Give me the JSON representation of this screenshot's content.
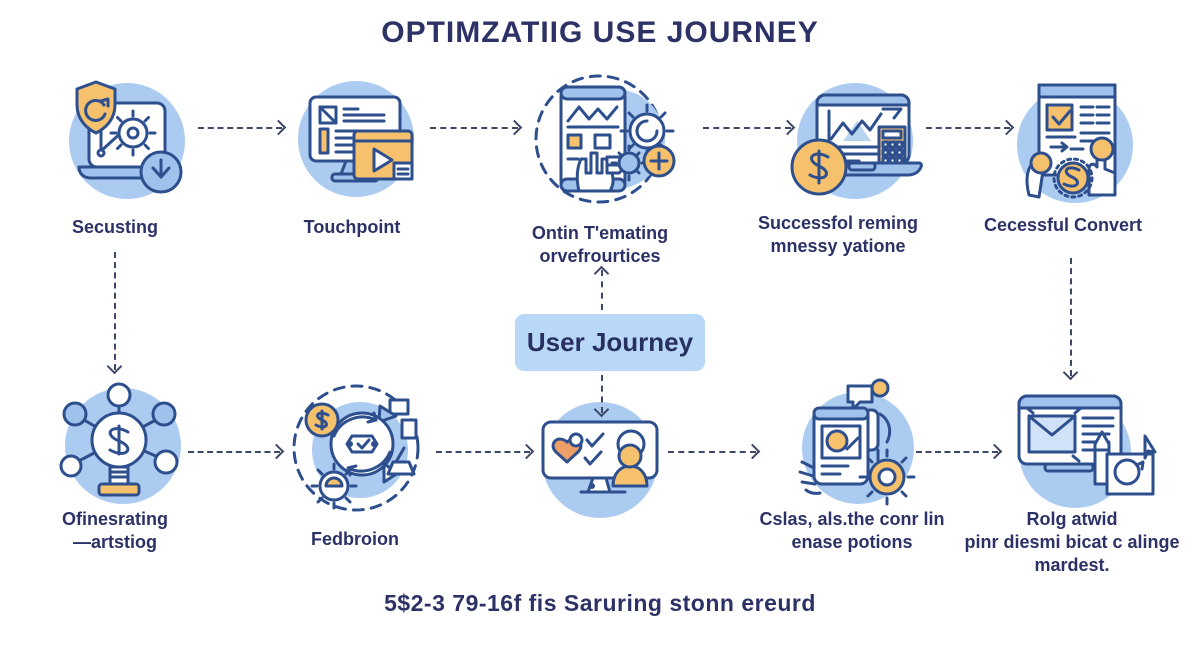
{
  "title": "OPTIMZATIIG USE JOURNEY",
  "center_box": {
    "label": "User Journey"
  },
  "caption": "5$2-3 79-16f fis Saruring stonn ereurd",
  "colors": {
    "text_navy": "#2c3166",
    "icon_stroke": "#2e4f8e",
    "circle_fill": "#accbf1",
    "accent_orange": "#f5c16d",
    "accent_blue": "#9ec2ec",
    "box_fill": "#b9d7f6",
    "arrow": "#3d4766"
  },
  "top_row": [
    {
      "icon": "shield-laptop-clock-icon",
      "line1": "Secusting"
    },
    {
      "icon": "monitor-video-icon",
      "line1": "Touchpoint"
    },
    {
      "icon": "phone-analytics-gears-icon",
      "line1": "Ontin T'emating",
      "line2": "orvefrourtices"
    },
    {
      "icon": "laptop-chart-dollar-icon",
      "line1": "Successfol reming",
      "line2": "mnessy yatione"
    },
    {
      "icon": "checklist-hands-dollar-icon",
      "line1": "Cecessful Convert"
    }
  ],
  "bottom_row": [
    {
      "icon": "network-trophy-dollar-icon",
      "line1": "Ofinesrating",
      "line2": "—artstiog"
    },
    {
      "icon": "cycle-gears-coin-icon",
      "line1": "Fedbroion"
    },
    {
      "icon": "monitor-person-checks-icon"
    },
    {
      "icon": "hand-phone-gear-icon",
      "line1": "Cslas, als.the conr lin",
      "line2": "enase potions"
    },
    {
      "icon": "browser-envelope-card-icon",
      "line1": "Rolg atwid",
      "line2": "pinr diesmi bicat c alinge",
      "line3": "mardest."
    }
  ]
}
